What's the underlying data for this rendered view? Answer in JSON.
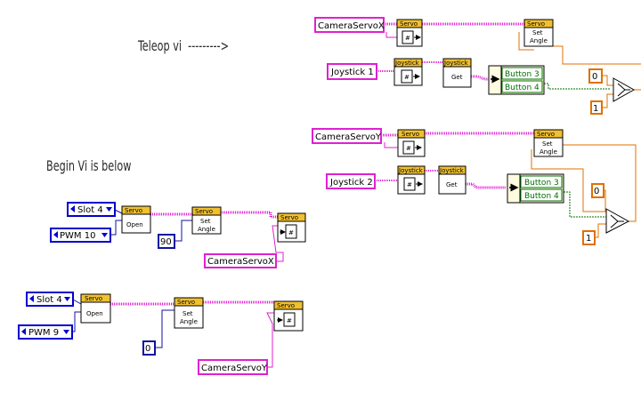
{
  "annotations": {
    "teleop": "Teleop vi",
    "teleop_arrow": "--------->",
    "begin": "Begin Vi is below"
  },
  "node_titles": {
    "servo": "Servo",
    "joystick": "Joystick"
  },
  "node_functions": {
    "open": "Open",
    "set": "Set",
    "angle": "Angle",
    "get": "Get",
    "refnum_glyph": "#"
  },
  "constants": {
    "camera_servo_x": "CameraServoX",
    "camera_servo_y": "CameraServoY",
    "joystick_1": "Joystick 1",
    "joystick_2": "Joystick 2",
    "slot_4": "Slot 4",
    "pwm_10": "PWM 10",
    "pwm_9": "PWM 9",
    "angle_90": "90",
    "angle_0": "0",
    "select_false_val": "0",
    "select_true_val": "1"
  },
  "buttons": {
    "button_3": "Button 3",
    "button_4": "Button 4"
  },
  "colors": {
    "refnum_wire": "#e020d0",
    "numeric_wire": "#1010a0",
    "ring_border": "#0000cc",
    "orange_wire": "#e07000",
    "boolean_wire": "#007000",
    "node_header": "#f0c030",
    "cluster_fill": "#fffbe0"
  }
}
